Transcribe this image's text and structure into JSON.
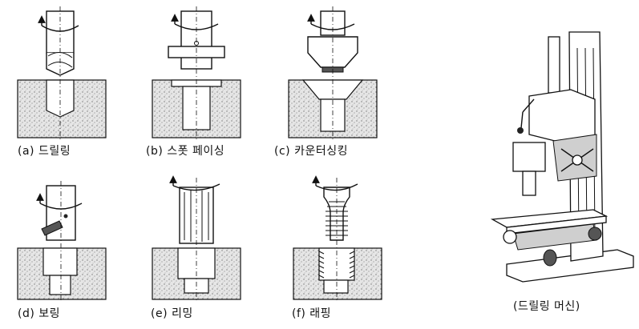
{
  "captions": {
    "a": "(a) 드릴링",
    "b": "(b) 스폿 페이싱",
    "c": "(c) 카운터싱킹",
    "d": "(d) 보링",
    "e": "(e) 리밍",
    "f": "(f) 래핑",
    "machine": "(드릴링 머신)"
  }
}
